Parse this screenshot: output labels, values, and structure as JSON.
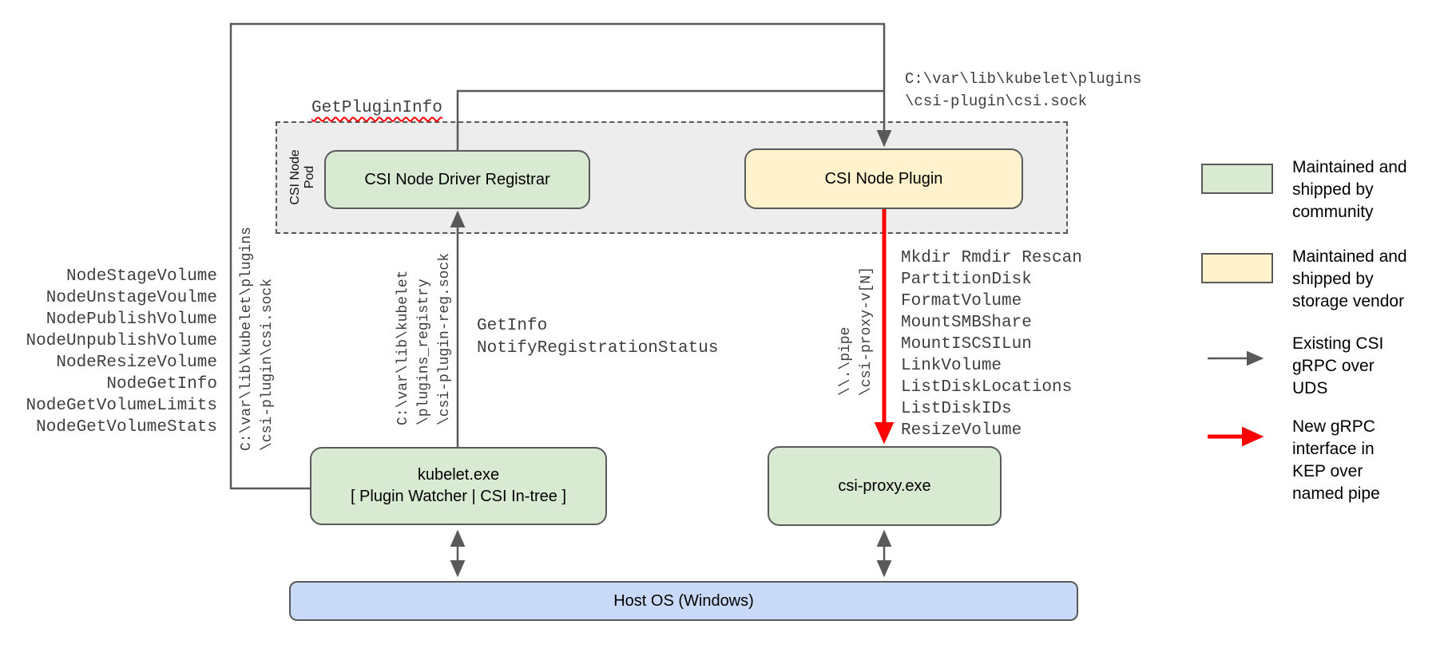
{
  "diagram": {
    "pod_label": "CSI Node Pod",
    "boxes": {
      "registrar": "CSI Node Driver Registrar",
      "plugin": "CSI Node Plugin",
      "kubelet_title": "kubelet.exe",
      "kubelet_subtitle": "[ Plugin Watcher | CSI In-tree ]",
      "csi_proxy": "csi-proxy.exe",
      "host_os": "Host OS (Windows)"
    },
    "labels": {
      "get_plugin_info": "GetPluginInfo",
      "csi_sock_path": [
        "C:\\var\\lib\\kubelet\\plugins",
        "\\csi-plugin\\csi.sock"
      ],
      "csi_sock_path_rotated": [
        "C:\\var\\lib\\kubelet\\plugins",
        "\\csi-plugin\\csi.sock"
      ],
      "registration_path_rotated": [
        "C:\\var\\lib\\kubelet",
        "\\plugins_registry",
        "\\csi-plugin-reg.sock"
      ],
      "registration_calls": [
        "GetInfo",
        "NotifyRegistrationStatus"
      ],
      "pipe_path_rotated": [
        "\\\\.\\pipe",
        "\\csi-proxy-v[N]"
      ],
      "proxy_api_calls": [
        "Mkdir Rmdir Rescan",
        "PartitionDisk",
        "FormatVolume",
        "MountSMBShare",
        "MountISCSILun",
        "LinkVolume",
        "ListDiskLocations",
        "ListDiskIDs",
        "ResizeVolume"
      ],
      "node_methods": [
        "NodeStageVolume",
        "NodeUnstageVoulme",
        "NodePublishVolume",
        "NodeUnpublishVolume",
        "NodeResizeVolume",
        "NodeGetInfo",
        "NodeGetVolumeLimits",
        "NodeGetVolumeStats"
      ]
    }
  },
  "legend": {
    "items": [
      {
        "type": "swatch",
        "color": "#d9ead3",
        "text": [
          "Maintained and",
          "shipped by",
          "community"
        ]
      },
      {
        "type": "swatch",
        "color": "#fff2cc",
        "text": [
          "Maintained and",
          "shipped by",
          "storage vendor"
        ]
      },
      {
        "type": "arrow",
        "color": "#595959",
        "text": [
          "Existing CSI",
          "gRPC over",
          "UDS"
        ]
      },
      {
        "type": "arrow",
        "color": "#ff0000",
        "text": [
          "New gRPC",
          "interface in",
          "KEP over",
          "named pipe"
        ]
      }
    ]
  },
  "colors": {
    "community_green": "#d9ead3",
    "vendor_yellow": "#fff2cc",
    "host_blue": "#c9daf8",
    "pod_gray": "#ededed",
    "line_gray": "#595959",
    "new_interface_red": "#ff0000"
  }
}
